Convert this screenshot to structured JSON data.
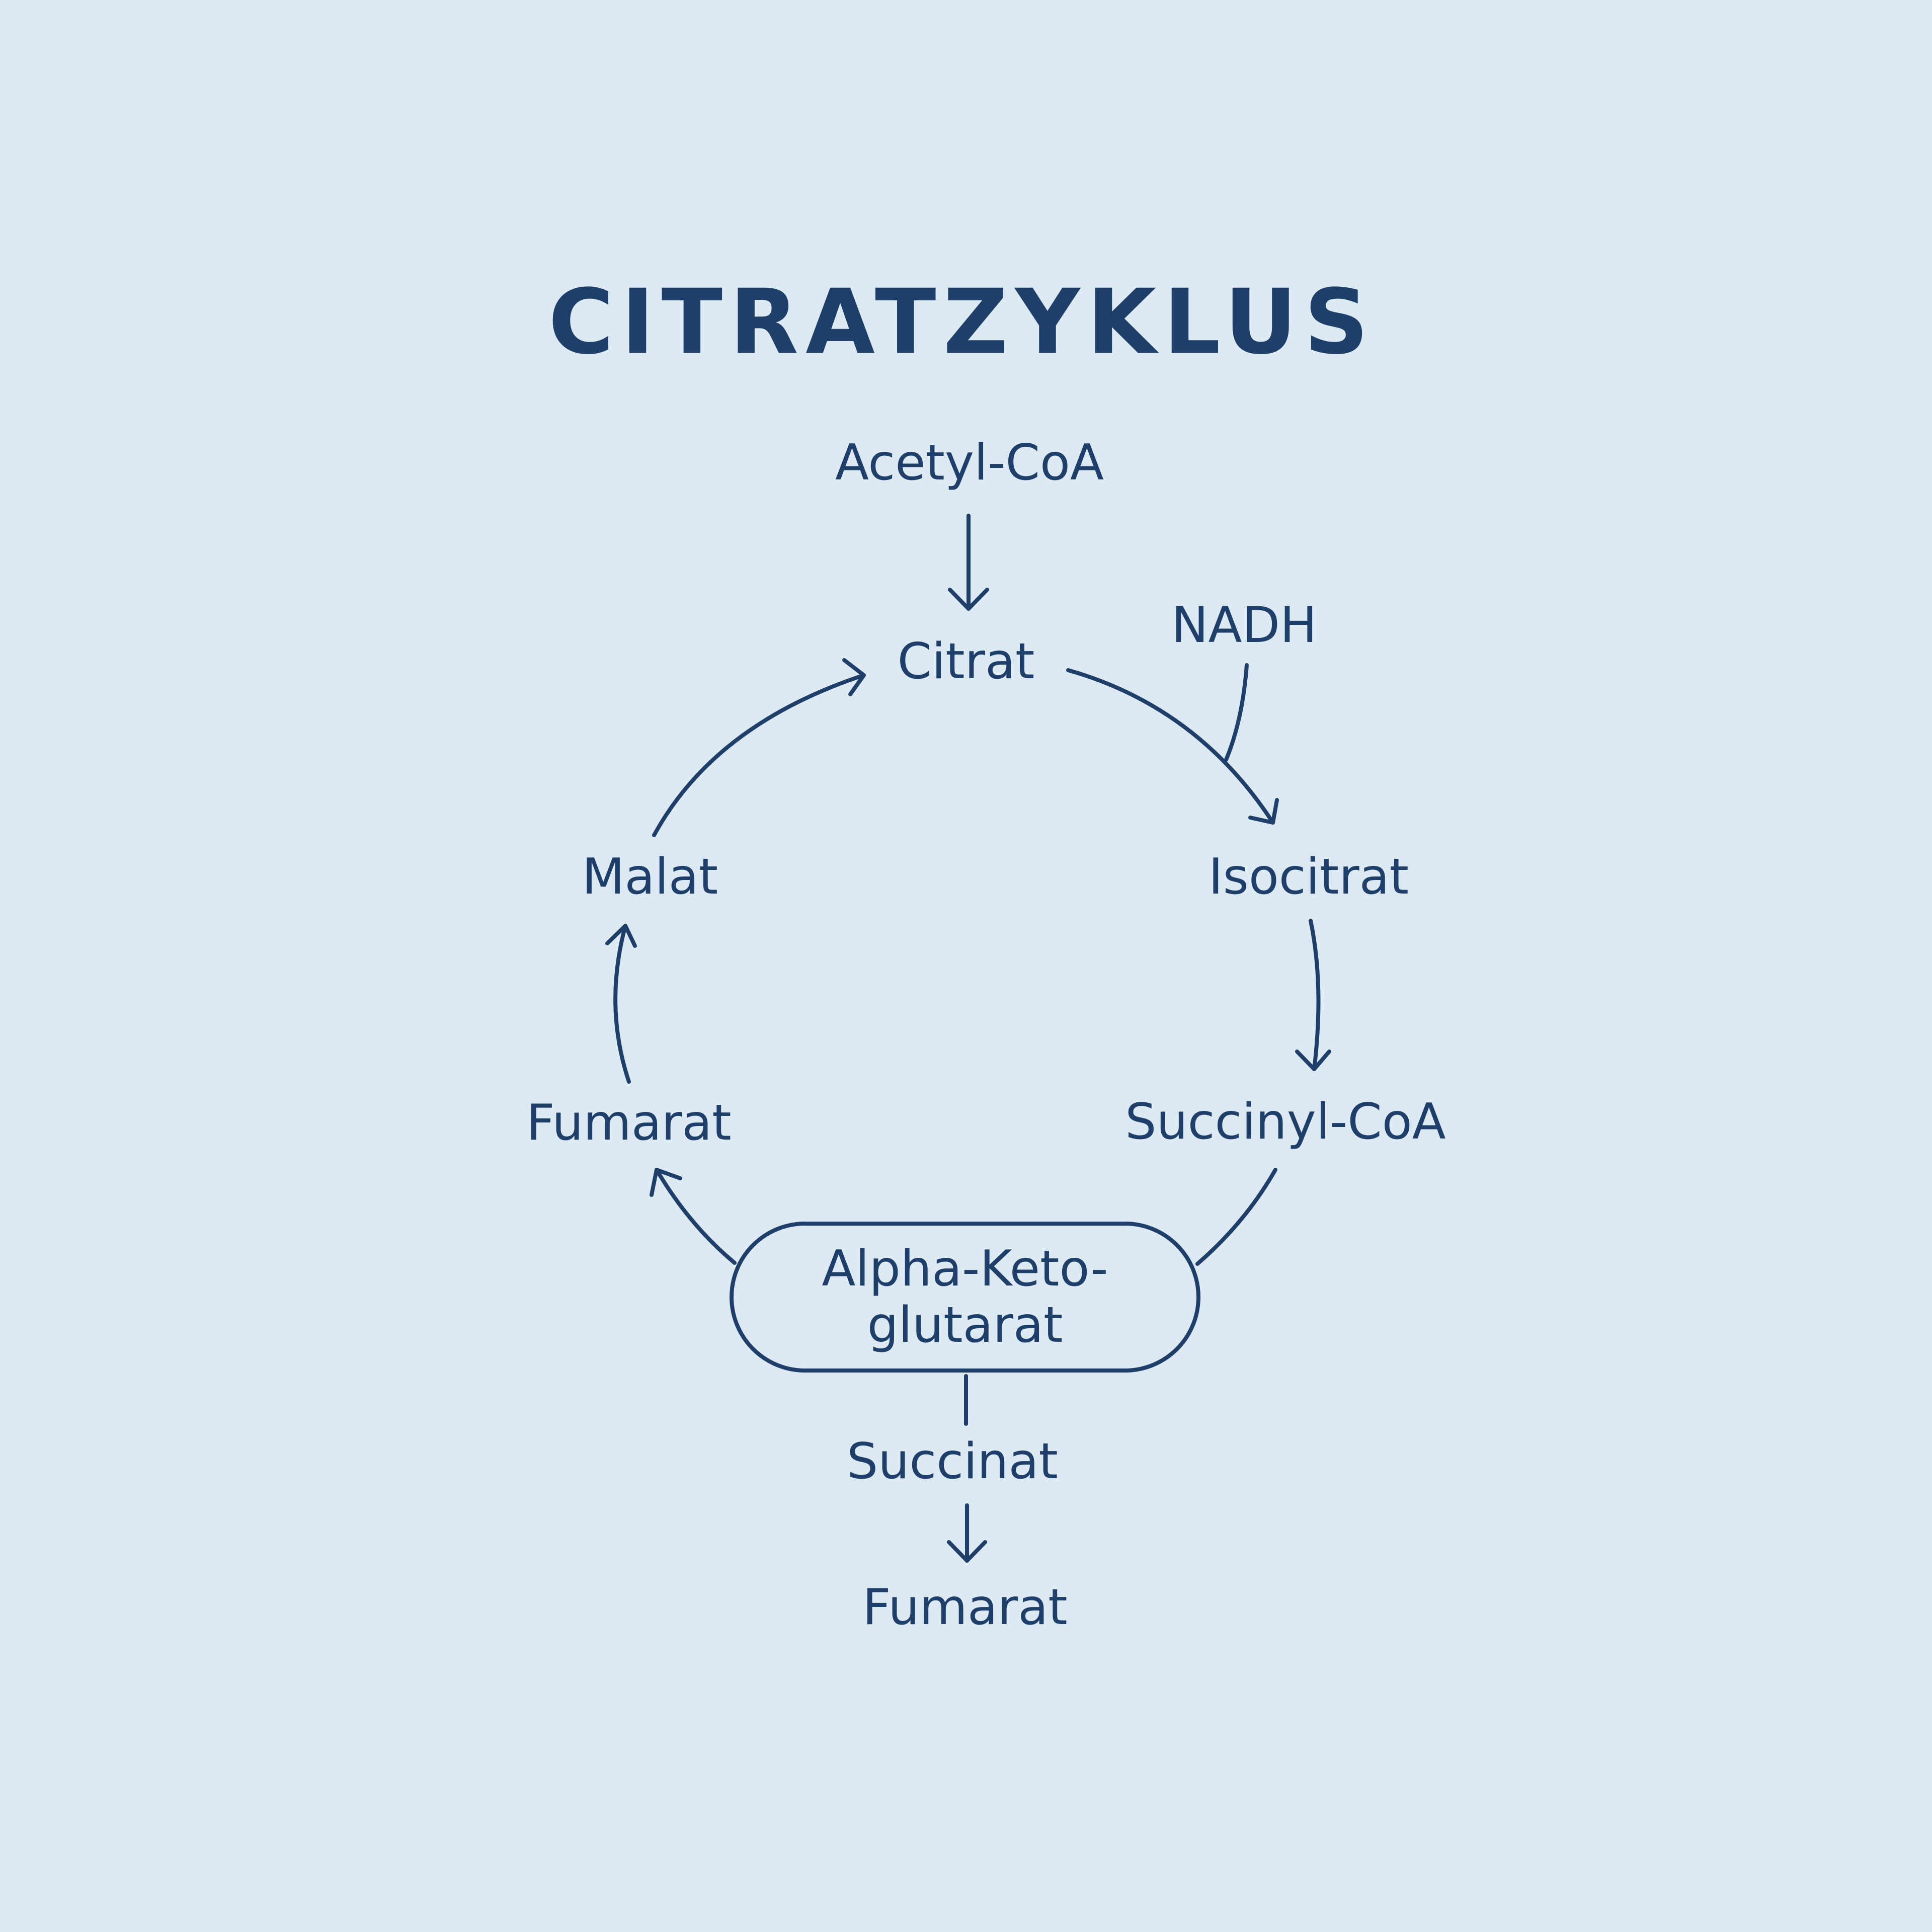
{
  "title": "CITRATZYKLUS",
  "nodes": {
    "acetyl_coa": "Acetyl-CoA",
    "citrat": "Citrat",
    "nadh": "NADH",
    "isocitrat": "Isocitrat",
    "succinyl_coa": "Succinyl-CoA",
    "alpha_ketoglutarat_line1": "Alpha-Keto-",
    "alpha_ketoglutarat_line2": "glutarat",
    "succinat": "Succinat",
    "fumarat_bottom": "Fumarat",
    "fumarat_left": "Fumarat",
    "malat": "Malat"
  },
  "colors": {
    "background": "#dde9f3",
    "ink": "#1f3f6b"
  }
}
